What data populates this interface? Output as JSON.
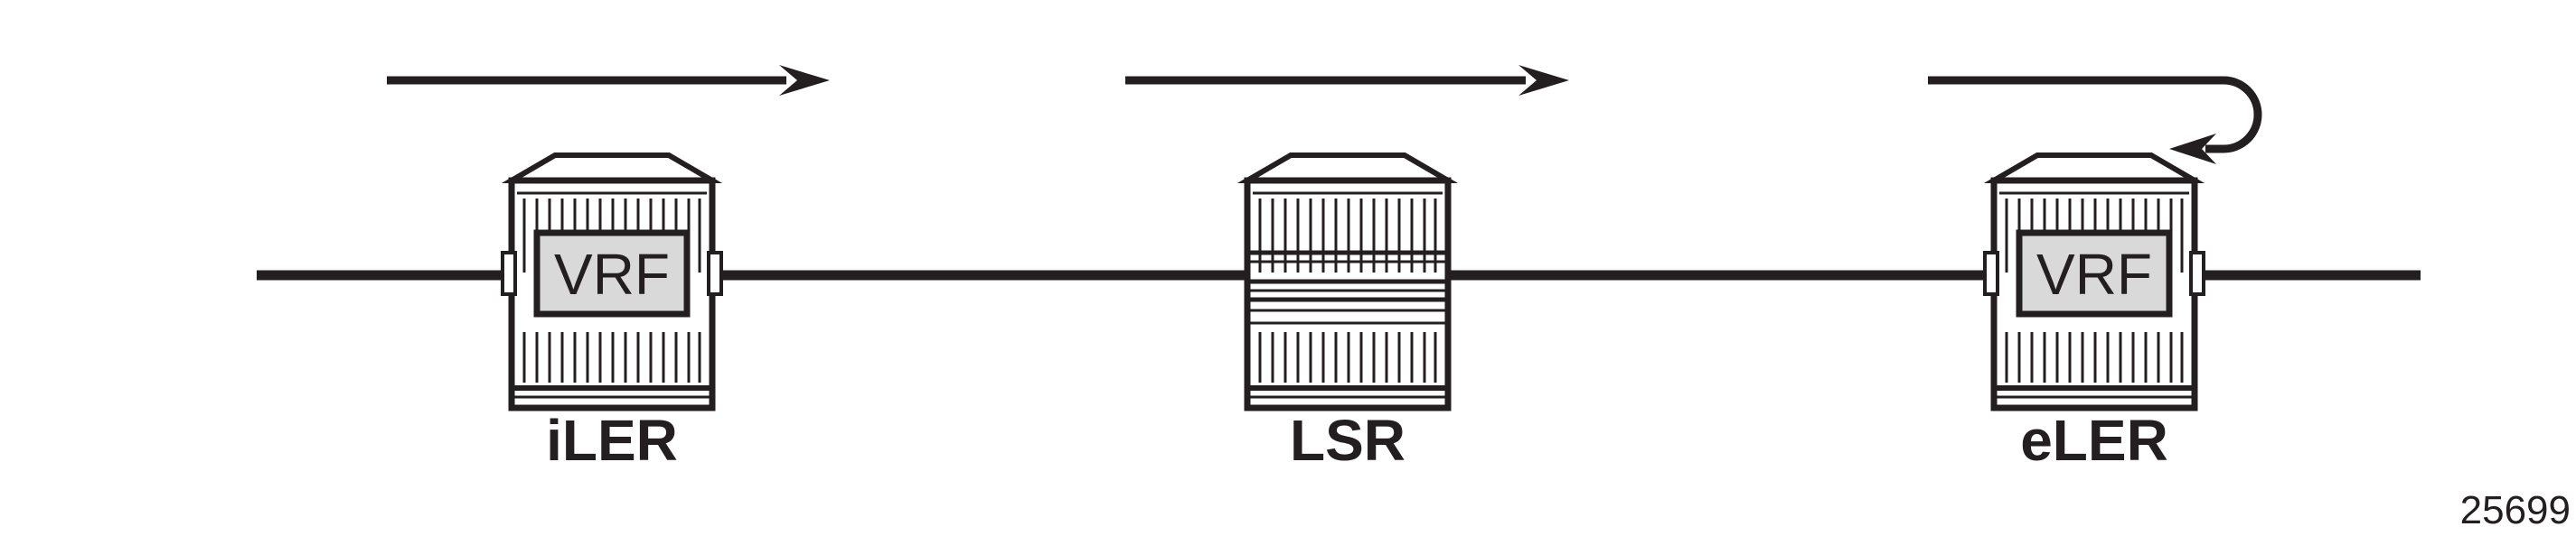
{
  "nodes": [
    {
      "id": "ler-ingress",
      "label": "iLER",
      "vrf_label": "VRF"
    },
    {
      "id": "lsr",
      "label": "LSR"
    },
    {
      "id": "ler-egress",
      "label": "eLER",
      "vrf_label": "VRF"
    }
  ],
  "figure_id": "25699",
  "colors": {
    "stroke": "#231f20",
    "vrf_fill": "#d9d9d9",
    "router_fill": "#ffffff"
  }
}
